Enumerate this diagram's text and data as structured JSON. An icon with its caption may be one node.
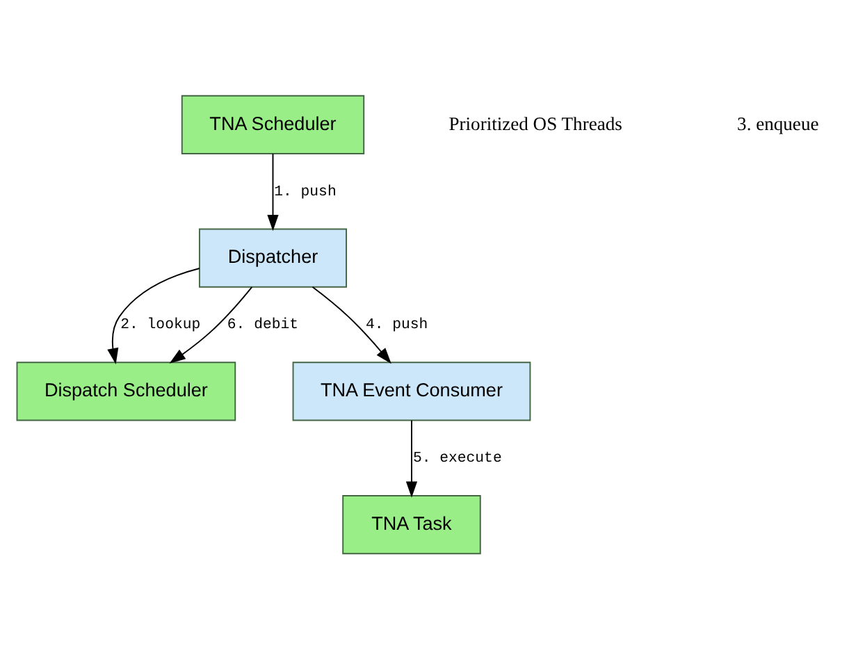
{
  "diagram": {
    "nodes": [
      {
        "text": [
          "TNA Scheduler"
        ]
      },
      {
        "text": [
          "Dispatcher"
        ]
      },
      {
        "text": [
          "Dispatch Scheduler"
        ]
      },
      {
        "text": [
          "TNA Event Consumer"
        ]
      },
      {
        "text": [
          "TNA Task"
        ]
      }
    ],
    "edges": [
      {
        "from": 0,
        "to": 1,
        "arrow": "to",
        "label": "1. push"
      },
      {
        "from": 1,
        "to": 2,
        "arrow": "to",
        "label": "2. lookup"
      },
      {
        "from": 1,
        "to": 3,
        "arrow": "to",
        "label": "4. push"
      },
      {
        "from": 3,
        "to": 4,
        "arrow": "to",
        "label": "5. execute"
      },
      {
        "from": 1,
        "to": 2,
        "arrow": "to",
        "label": "6. debit"
      }
    ],
    "labels": [
      "Prioritized OS Threads",
      "3. enqueue"
    ]
  }
}
